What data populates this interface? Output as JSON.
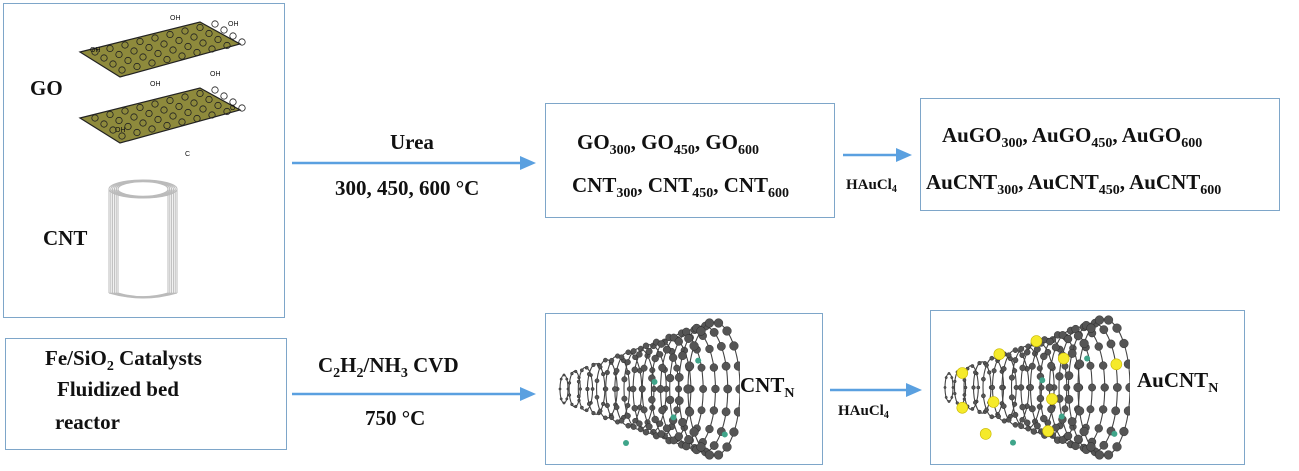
{
  "materials_box": {
    "go_label": "GO",
    "cnt_label": "CNT",
    "go_functional_groups": [
      "OH",
      "OH",
      "OH",
      "OH",
      "OH",
      "OH",
      "O",
      "C"
    ]
  },
  "top_route": {
    "reagent": "Urea",
    "temperatures": "300, 450, 600 °C",
    "products_go": [
      {
        "base": "GO",
        "sub": "300",
        "sep": ", "
      },
      {
        "base": "GO",
        "sub": "450",
        "sep": ", "
      },
      {
        "base": "GO",
        "sub": "600",
        "sep": ""
      }
    ],
    "products_cnt": [
      {
        "base": "CNT",
        "sub": "300",
        "sep": ", "
      },
      {
        "base": "CNT",
        "sub": "450",
        "sep": ", "
      },
      {
        "base": "CNT",
        "sub": "600",
        "sep": ""
      }
    ],
    "gold_reagent": {
      "base": "HAuCl",
      "sub": "4"
    },
    "gold_go": [
      {
        "base": "AuGO",
        "sub": "300",
        "sep": ", "
      },
      {
        "base": "AuGO",
        "sub": "450",
        "sep": ", "
      },
      {
        "base": "AuGO",
        "sub": "600",
        "sep": ""
      }
    ],
    "gold_cnt": [
      {
        "base": "AuCNT",
        "sub": "300",
        "sep": ", "
      },
      {
        "base": "AuCNT",
        "sub": "450",
        "sep": ", "
      },
      {
        "base": "AuCNT",
        "sub": "600",
        "sep": ""
      }
    ]
  },
  "bottom_route": {
    "catalyst_pre": "Fe/SiO",
    "catalyst_sub": "2",
    "catalyst_post": " Catalysts",
    "reactor_line1": "Fluidized bed",
    "reactor_line2": "reactor",
    "cvd_parts": [
      {
        "base": "C",
        "sub": "2"
      },
      {
        "base": "H",
        "sub": "2"
      },
      {
        "base": "/NH",
        "sub": "3"
      },
      {
        "base": " CVD",
        "sub": ""
      }
    ],
    "temperature": "750 °C",
    "product": {
      "base": "CNT",
      "sub": "N"
    },
    "gold_reagent": {
      "base": "HAuCl",
      "sub": "4"
    },
    "gold_product": {
      "base": "AuCNT",
      "sub": "N"
    }
  },
  "colors": {
    "arrow": "#5aa0e0",
    "box_border": "#7ea6c9",
    "graphene": "#8e8a3c",
    "carbon_atom": "#555555",
    "gold_particle": "#f5ea2a",
    "nitrogen_atom": "#3fa58a"
  }
}
